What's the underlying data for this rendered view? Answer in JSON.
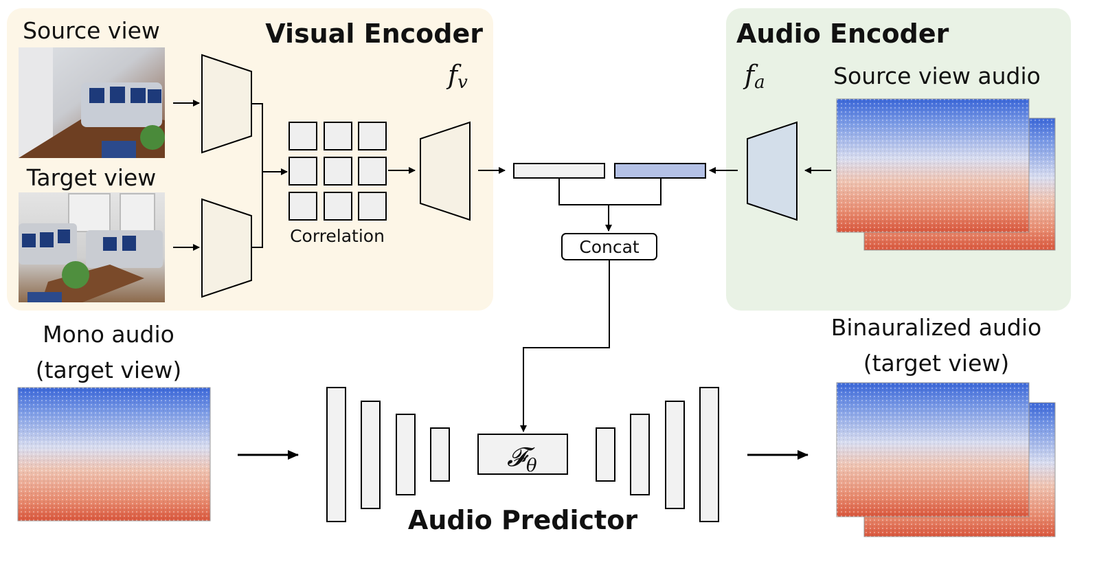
{
  "colors": {
    "visual_panel": "#fdf6e7",
    "audio_panel": "#e9f2e5",
    "block_fill": "#f2f2f2",
    "audio_feature_fill": "#b4c1e6",
    "audio_trap_fill": "#d3deea",
    "visual_trap_fill": "#f6f1e4",
    "spectrogram_top": "#3a66d8",
    "spectrogram_mid": "#d8dcef",
    "spectrogram_bottom": "#e06a4e"
  },
  "visual_encoder": {
    "title": "Visual Encoder",
    "symbol": "f",
    "symbol_sub": "v",
    "source_label": "Source view",
    "target_label": "Target view",
    "correlation_label": "Correlation"
  },
  "audio_encoder": {
    "title": "Audio Encoder",
    "symbol": "f",
    "symbol_sub": "a",
    "source_audio_label": "Source view audio"
  },
  "fusion": {
    "concat_label": "Concat"
  },
  "predictor": {
    "title": "Audio Predictor",
    "symbol": "𝓕",
    "symbol_sub": "θ"
  },
  "mono": {
    "line1": "Mono audio",
    "line2": "(target view)"
  },
  "binaural": {
    "line1": "Binauralized audio",
    "line2": "(target view)"
  }
}
